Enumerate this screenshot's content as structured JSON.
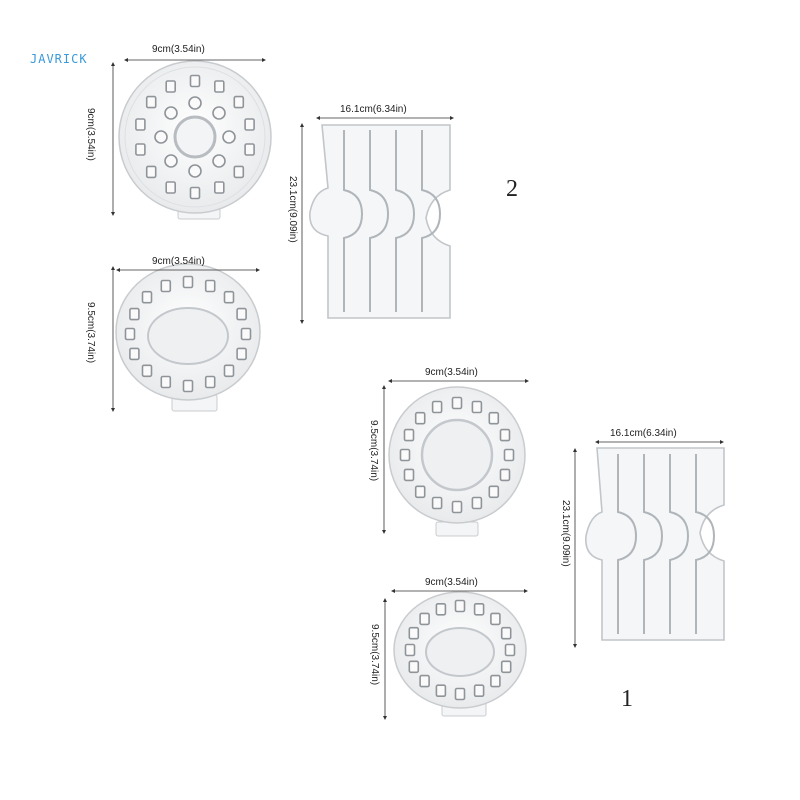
{
  "brand": "JAVRICK",
  "sets": [
    {
      "number": "2",
      "items": [
        {
          "name": "round-mold",
          "width_label": "9cm(3.54in)",
          "height_label": "9cm(3.54in)"
        },
        {
          "name": "oval-mold",
          "width_label": "9cm(3.54in)",
          "height_label": "9.5cm(3.74in)"
        },
        {
          "name": "rack-mold",
          "width_label": "16.1cm(6.34in)",
          "height_label": "23.1cm(9.09in)"
        }
      ]
    },
    {
      "number": "1",
      "items": [
        {
          "name": "round-mold",
          "width_label": "9cm(3.54in)",
          "height_label": "9.5cm(3.74in)"
        },
        {
          "name": "oval-mold",
          "width_label": "9cm(3.54in)",
          "height_label": "9.5cm(3.74in)"
        },
        {
          "name": "rack-mold",
          "width_label": "16.1cm(6.34in)",
          "height_label": "23.1cm(9.09in)"
        }
      ]
    }
  ]
}
